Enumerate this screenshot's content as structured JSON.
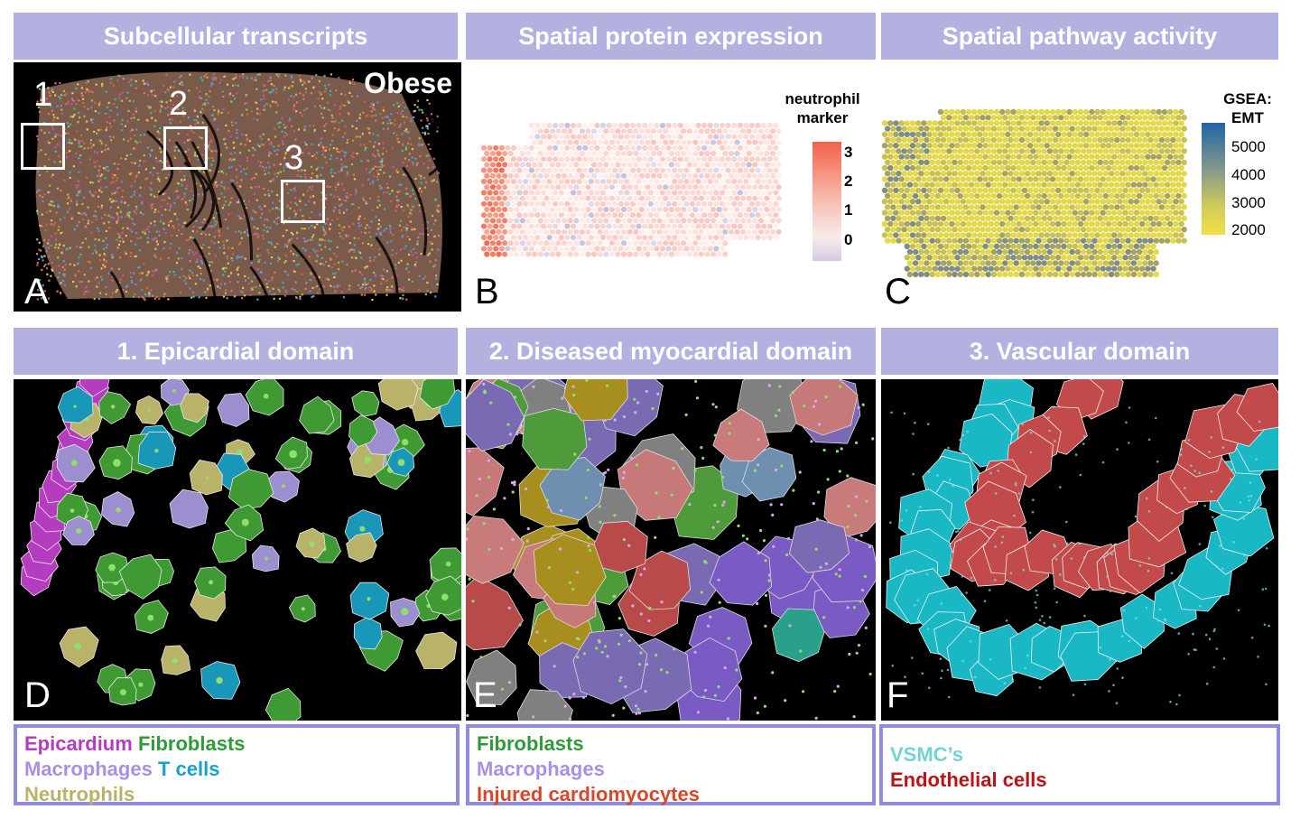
{
  "headers": {
    "a": "Subcellular transcripts",
    "b": "Spatial protein expression",
    "c": "Spatial pathway activity",
    "d": "1. Epicardial domain",
    "e": "2. Diseased myocardial domain",
    "f": "3. Vascular domain"
  },
  "panel_a": {
    "letter": "A",
    "label": "Obese",
    "boxes": [
      "1",
      "2",
      "3"
    ]
  },
  "panel_b": {
    "letter": "B",
    "colorbar_title_1": "neutrophil",
    "colorbar_title_2": "marker",
    "ticks": [
      "3",
      "2",
      "1",
      "0"
    ],
    "colors": {
      "high": "#f4614a",
      "low": "#d5cbe3"
    }
  },
  "panel_c": {
    "letter": "C",
    "colorbar_title_1": "GSEA:",
    "colorbar_title_2": "EMT",
    "ticks": [
      "5000",
      "4000",
      "3000",
      "2000"
    ],
    "colors": {
      "high": "#1f63a6",
      "low": "#f0e043"
    }
  },
  "panel_d": {
    "letter": "D"
  },
  "panel_e": {
    "letter": "E"
  },
  "panel_f": {
    "letter": "F"
  },
  "legend_d": {
    "epicardium": "Epicardium",
    "fibroblasts": "Fibroblasts",
    "macrophages": "Macrophages",
    "tcells": "T cells",
    "neutrophils": "Neutrophils"
  },
  "legend_e": {
    "fibroblasts": "Fibroblasts",
    "macrophages": "Macrophages",
    "injured": "Injured cardiomyocytes"
  },
  "legend_f": {
    "vsmc": "VSMC’s",
    "endothelial": "Endothelial cells"
  },
  "colors": {
    "epicardium": "#b43cbe",
    "fibroblasts": "#2f9a3a",
    "macrophages": "#a98fe6",
    "tcells": "#1aa0cc",
    "neutrophils": "#b9b36a",
    "injured": "#d8472a",
    "vsmc": "#73d3d3",
    "endothelial": "#b81414"
  }
}
